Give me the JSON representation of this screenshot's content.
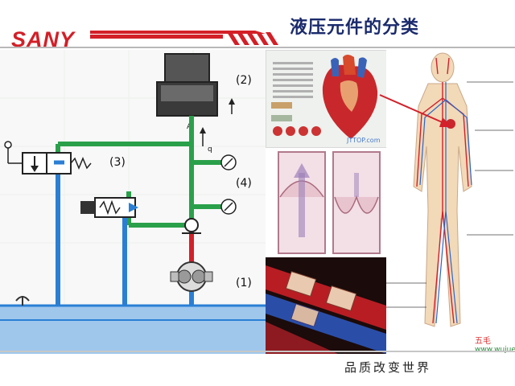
{
  "header": {
    "logo_text": "SANY",
    "title": "液压元件的分类"
  },
  "footer": {
    "slogan": "品质改变世界"
  },
  "diagram": {
    "labels": {
      "actuator": "(2)",
      "control_valve": "(3)",
      "pressure_element": "(4)",
      "pump": "(1)"
    },
    "port_letter": "A",
    "port_letter_q": "q"
  },
  "heart_card": {
    "watermark_text": "JTTOP.com"
  },
  "watermark": {
    "logo_text": "五毛",
    "site": "www.wujue."
  },
  "colors": {
    "brand_red": "#d31f27",
    "title_blue": "#1a2a6c",
    "pipe_green": "#2aa04a",
    "pipe_blue": "#2a7fd4",
    "pipe_red": "#d3202a",
    "tank_blue": "#2a7fd4"
  }
}
